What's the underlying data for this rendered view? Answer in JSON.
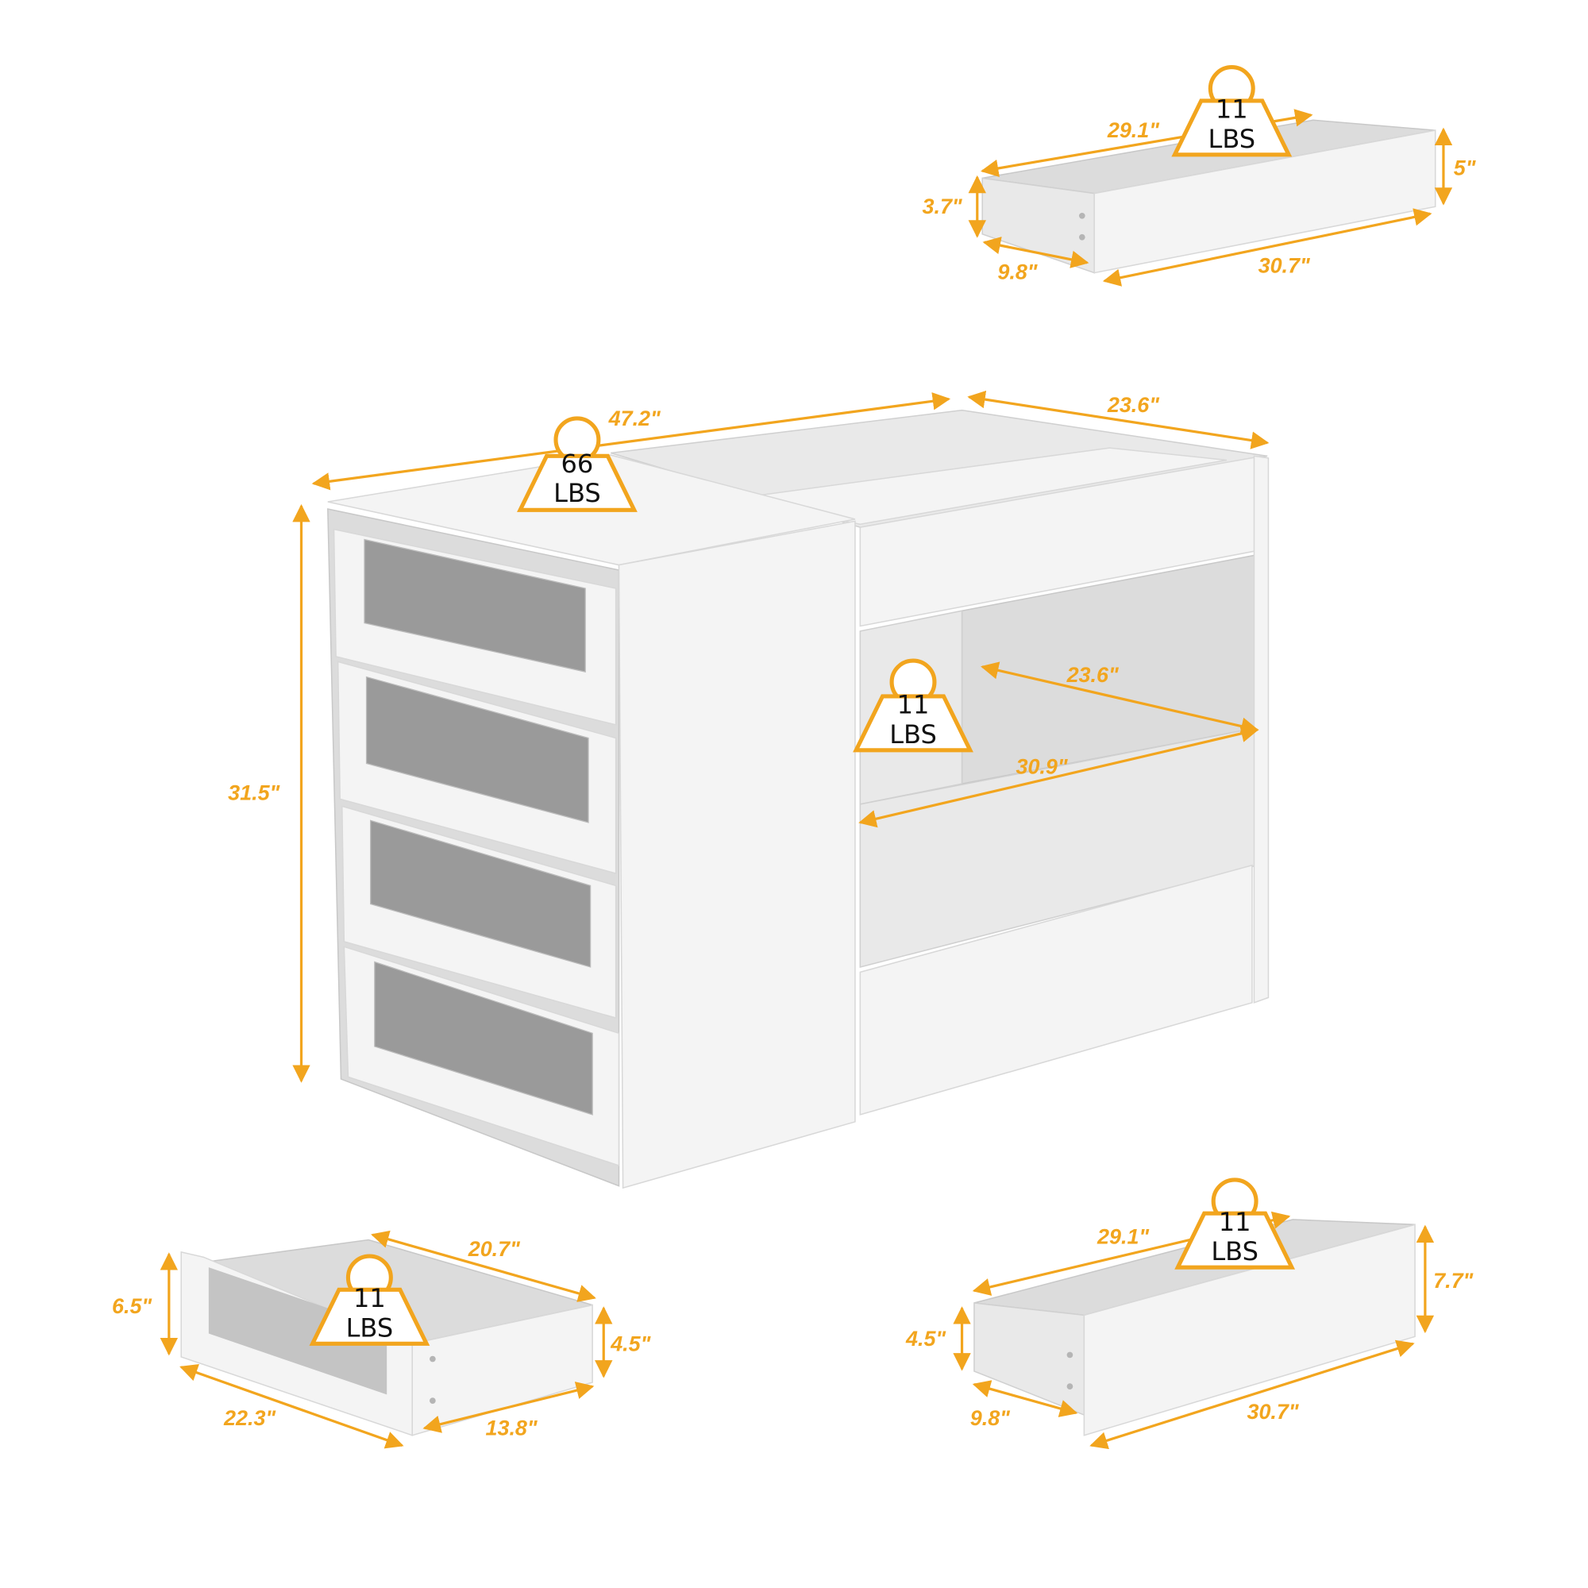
{
  "main_unit": {
    "width": "47.2\"",
    "depth": "23.6\"",
    "height": "31.5\"",
    "shelf_depth": "23.6\"",
    "shelf_width": "30.9\"",
    "top_load": {
      "value": "66",
      "unit": "LBS"
    },
    "shelf_load": {
      "value": "11",
      "unit": "LBS"
    }
  },
  "top_drawer": {
    "length": "29.1\"",
    "height_back": "5\"",
    "height_front": "3.7\"",
    "depth": "9.8\"",
    "front_length": "30.7\"",
    "load": {
      "value": "11",
      "unit": "LBS"
    }
  },
  "bottom_drawer": {
    "length": "29.1\"",
    "height_back": "7.7\"",
    "height_front": "4.5\"",
    "depth": "9.8\"",
    "front_length": "30.7\"",
    "load": {
      "value": "11",
      "unit": "LBS"
    }
  },
  "small_drawer": {
    "depth": "20.7\"",
    "front_height": "6.5\"",
    "back_height": "4.5\"",
    "length": "22.3\"",
    "width": "13.8\"",
    "load": {
      "value": "11",
      "unit": "LBS"
    }
  },
  "colors": {
    "accent": "#F2A51E",
    "furniture": "#f4f4f4"
  }
}
